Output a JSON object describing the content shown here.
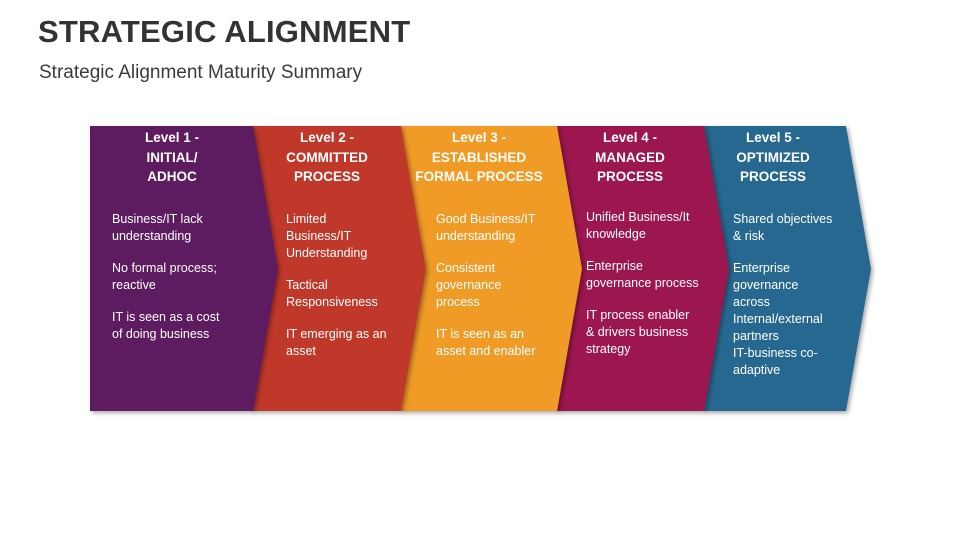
{
  "header": {
    "title": "STRATEGIC ALIGNMENT",
    "subtitle": "Strategic Alignment Maturity Summary"
  },
  "levels": [
    {
      "title_lines": [
        "Level 1 -",
        "INITIAL/",
        "ADHOC"
      ],
      "color": "#5b1a5f",
      "items": [
        "Business/IT lack understanding",
        "No formal process; reactive",
        "IT is seen as a cost of doing business"
      ]
    },
    {
      "title_lines": [
        "Level 2 -",
        "COMMITTED",
        "PROCESS"
      ],
      "color": "#c0392b",
      "items": [
        "Limited Business/IT Understanding",
        "Tactical Responsiveness",
        "IT emerging as an asset"
      ]
    },
    {
      "title_lines": [
        "Level 3 -",
        "ESTABLISHED",
        "FORMAL PROCESS"
      ],
      "color": "#f09b26",
      "items": [
        "Good Business/IT understanding",
        "Consistent governance process",
        "IT is seen as an asset and enabler"
      ]
    },
    {
      "title_lines": [
        "Level 4 -",
        "MANAGED",
        "PROCESS"
      ],
      "color": "#9c1850",
      "items": [
        "Unified Business/It knowledge",
        "Enterprise governance process",
        "IT process enabler & drivers business strategy"
      ]
    },
    {
      "title_lines": [
        "Level 5 -",
        "OPTIMIZED",
        "PROCESS"
      ],
      "color": "#256890",
      "items": [
        "Shared objectives & risk",
        "Enterprise governance across Internal/external partners",
        "IT-business co-adaptive"
      ]
    }
  ]
}
